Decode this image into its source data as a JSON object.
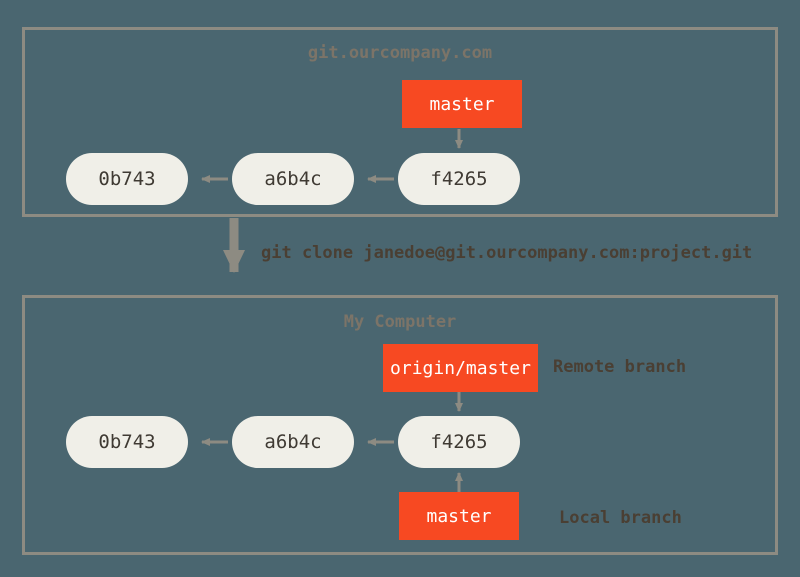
{
  "diagram": {
    "title": "git clone creating a remote-tracking branch",
    "background_color": "#4a6670",
    "panel_border_color": "#8d8b82",
    "commit_color": "#f0efe8",
    "branch_color": "#f74922",
    "arrow_color": "#8d8b82",
    "text_color": "#4a3f33"
  },
  "remote_panel": {
    "title": "git.ourcompany.com",
    "commits": [
      {
        "id": "0b743"
      },
      {
        "id": "a6b4c"
      },
      {
        "id": "f4265"
      }
    ],
    "branch": {
      "label": "master"
    }
  },
  "transition": {
    "command": "git clone janedoe@git.ourcompany.com:project.git"
  },
  "local_panel": {
    "title": "My Computer",
    "commits": [
      {
        "id": "0b743"
      },
      {
        "id": "a6b4c"
      },
      {
        "id": "f4265"
      }
    ],
    "remote_branch": {
      "label": "origin/master",
      "caption": "Remote branch"
    },
    "local_branch": {
      "label": "master",
      "caption": "Local branch"
    }
  }
}
